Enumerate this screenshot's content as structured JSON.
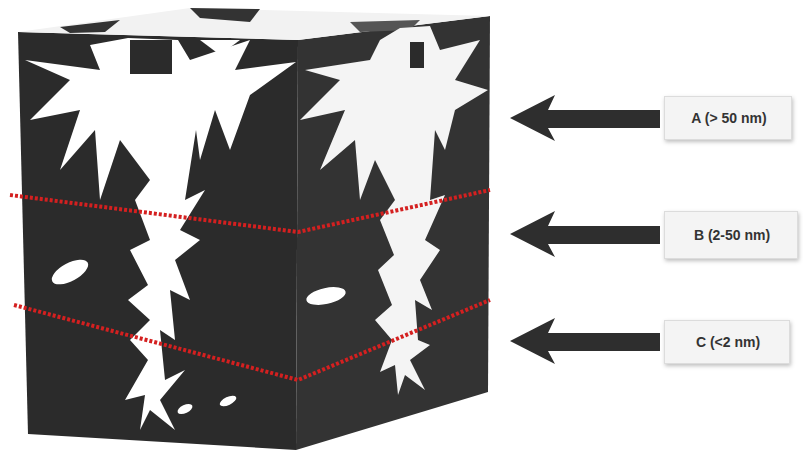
{
  "diagram": {
    "nodes": [
      {
        "text": [
          "A (> 50 nm)"
        ]
      },
      {
        "text": [
          "B (2-50 nm)"
        ]
      },
      {
        "text": [
          "C (<2 nm)"
        ]
      }
    ]
  }
}
